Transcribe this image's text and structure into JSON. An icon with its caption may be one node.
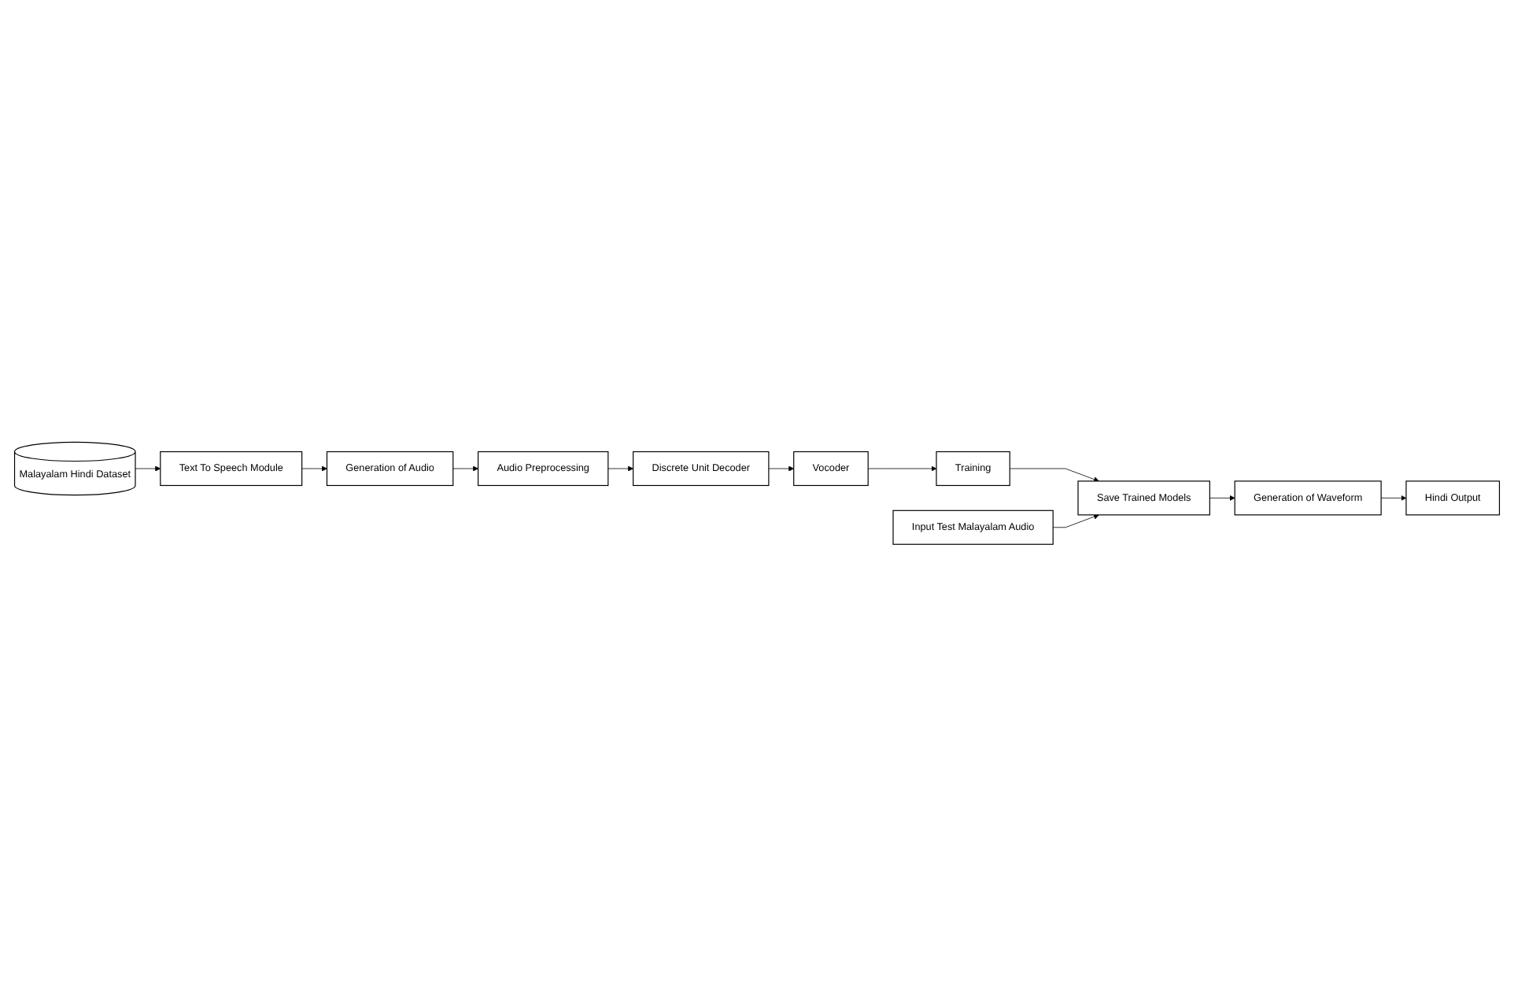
{
  "diagram": {
    "nodes": [
      {
        "text": [
          "Malayalam Hindi Dataset"
        ]
      },
      {
        "text": [
          "Text To Speech Module"
        ]
      },
      {
        "text": [
          "Generation of Audio"
        ]
      },
      {
        "text": [
          "Audio Preprocessing"
        ]
      },
      {
        "text": [
          "Input Test Malayalam Audio"
        ]
      },
      {
        "text": [
          "Save Trained Models"
        ]
      },
      {
        "text": [
          "Discrete Unit Decoder"
        ]
      },
      {
        "text": [
          "Vocoder"
        ]
      },
      {
        "text": [
          "Hindi Output"
        ]
      },
      {
        "text": [
          "Generation of Waveform"
        ]
      },
      {
        "text": [
          "Training"
        ]
      }
    ],
    "edges": [
      {
        "from": 0,
        "to": 1,
        "arrow": "to"
      },
      {
        "from": 1,
        "to": 2,
        "arrow": "to"
      },
      {
        "from": 2,
        "to": 3,
        "arrow": "to"
      },
      {
        "from": 3,
        "to": 6,
        "arrow": "to"
      },
      {
        "from": 6,
        "to": 7,
        "arrow": "to"
      },
      {
        "from": 7,
        "to": 10,
        "arrow": "to"
      },
      {
        "from": 10,
        "to": 5,
        "arrow": "to"
      },
      {
        "from": 4,
        "to": 5,
        "arrow": "to"
      },
      {
        "from": 5,
        "to": 9,
        "arrow": "to"
      },
      {
        "from": 9,
        "to": 8,
        "arrow": "to"
      }
    ]
  }
}
